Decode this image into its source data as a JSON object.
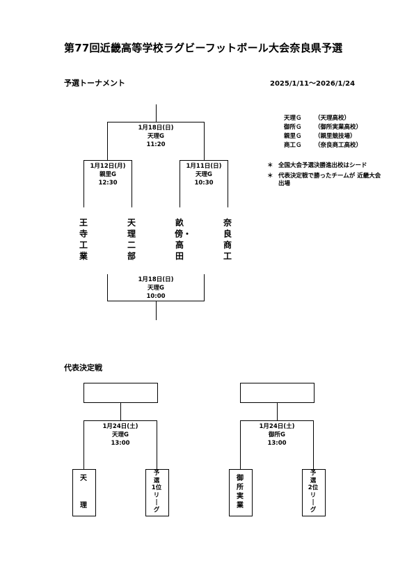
{
  "title": "第77回近畿高等学校ラグビーフットボール大会奈良県予選",
  "section1": {
    "heading": "予選トーナメント",
    "date_range": "2025/1/11～2026/1/24"
  },
  "final_match": {
    "date": "1月18日(日)",
    "venue": "天理G",
    "time": "11:20"
  },
  "left_match": {
    "date": "1月12日(月)",
    "venue": "親里G",
    "time": "12:30"
  },
  "right_match": {
    "date": "1月11日(日)",
    "venue": "天理G",
    "time": "10:30"
  },
  "third_match": {
    "date": "1月18日(日)",
    "venue": "天理G",
    "time": "10:00"
  },
  "teams": [
    "王寺工業",
    "天理二部",
    "畝傍・高田",
    "奈良商工"
  ],
  "legend": [
    {
      "code": "天理Ｇ",
      "name": "（天理高校）"
    },
    {
      "code": "御所Ｇ",
      "name": "（御所実業高校）"
    },
    {
      "code": "親里Ｇ",
      "name": "（親里競技場）"
    },
    {
      "code": "商工Ｇ",
      "name": "（奈良商工高校）"
    }
  ],
  "notes": [
    {
      "mark": "＊",
      "text": "全国大会予選決勝進出校はシード"
    },
    {
      "mark": "＊",
      "text": "代表決定戦で勝ったチームが 近畿大会出場"
    }
  ],
  "section2": {
    "heading": "代表決定戦"
  },
  "rep_left": {
    "date": "1月24日(土)",
    "venue": "天理G",
    "time": "13:00",
    "team_a": "天\n\n\n理",
    "team_b": "予\n選\n1位\nリ\n|\nグ"
  },
  "rep_right": {
    "date": "1月24日(土)",
    "venue": "御所G",
    "time": "13:00",
    "team_a": "御\n所\n実\n業",
    "team_b": "予\n選\n2位\nリ\n|\nグ"
  }
}
